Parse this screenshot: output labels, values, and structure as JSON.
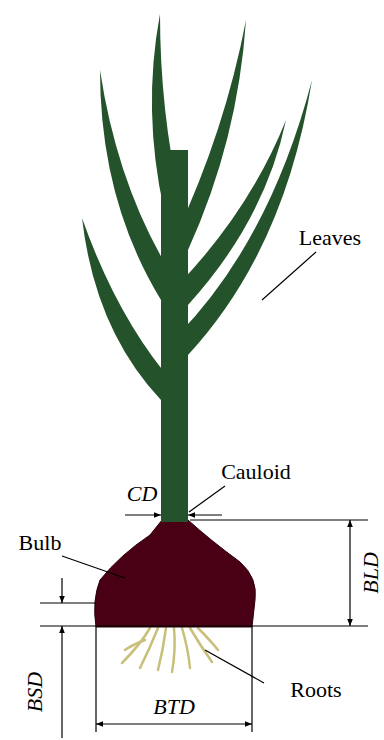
{
  "diagram": {
    "labels": [
      "Leaves",
      "Cauloid",
      "CD",
      "Bulb",
      "BLD",
      "Roots",
      "BSD",
      "BTD"
    ]
  }
}
